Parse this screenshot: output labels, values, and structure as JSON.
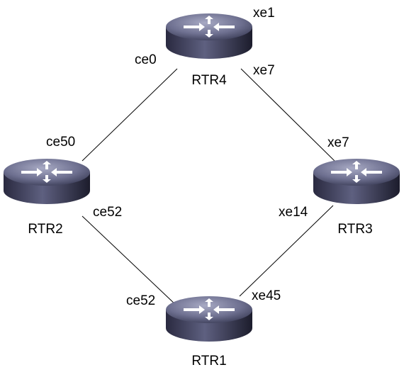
{
  "routers": {
    "rtr4": {
      "name": "RTR4"
    },
    "rtr2": {
      "name": "RTR2"
    },
    "rtr3": {
      "name": "RTR3"
    },
    "rtr1": {
      "name": "RTR1"
    }
  },
  "links": [
    {
      "from": "RTR4",
      "to": "RTR2",
      "from_port": "ce0",
      "to_port": "ce50"
    },
    {
      "from": "RTR4",
      "to": "RTR3",
      "from_port": "xe7",
      "to_port": "xe7"
    },
    {
      "from": "RTR2",
      "to": "RTR1",
      "from_port": "ce52",
      "to_port": "ce52"
    },
    {
      "from": "RTR3",
      "to": "RTR1",
      "from_port": "xe14",
      "to_port": "xe45"
    }
  ],
  "extra_ports": {
    "rtr4_top": "xe1"
  },
  "colors": {
    "router_body_dark": "#1e1e30",
    "router_body_light": "#5a5c78",
    "router_top": "#8a8ca8",
    "arrow": "#ffffff",
    "link": "#000000"
  }
}
